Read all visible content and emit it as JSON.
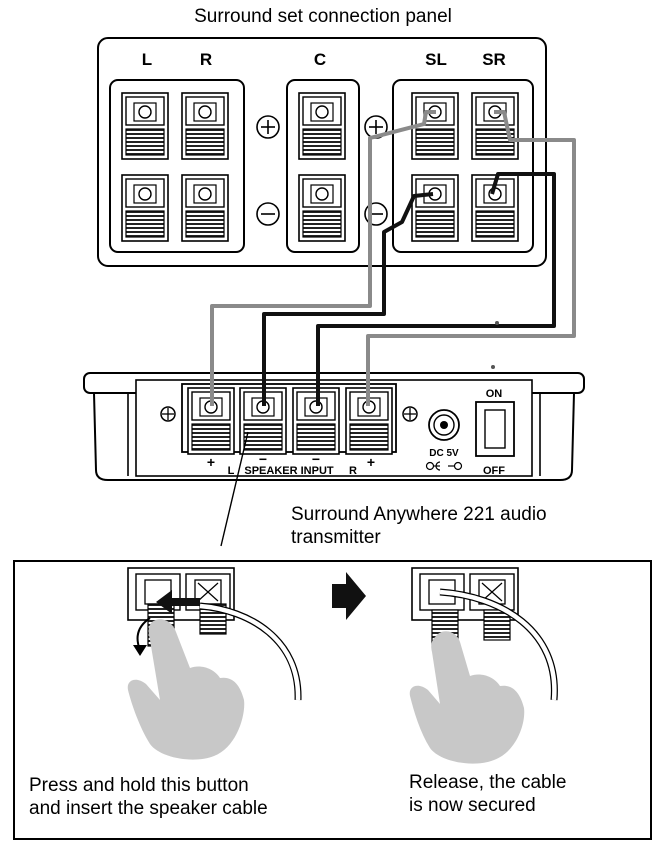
{
  "panel": {
    "title": "Surround set connection panel",
    "labels": {
      "l": "L",
      "r": "R",
      "c": "C",
      "sl": "SL",
      "sr": "SR"
    }
  },
  "transmitter": {
    "caption_line1": "Surround Anywhere 221 audio",
    "caption_line2": "transmitter",
    "plus_left": "+",
    "minus_1": "−",
    "minus_2": "−",
    "plus_right": "+",
    "label_l": "L",
    "label_speaker_input": "SPEAKER INPUT",
    "label_r": "R",
    "dc_label": "DC 5V",
    "on_label": "ON",
    "off_label": "OFF"
  },
  "instructions": {
    "step1_line1": "Press and hold this button",
    "step1_line2": "and insert the speaker cable",
    "step2_line1": "Release, the cable",
    "step2_line2": "is now secured"
  },
  "colors": {
    "wire_gray": "#8a8a8a",
    "wire_black": "#111111",
    "hand": "#c8c8c8",
    "terminal_fill": "#ffffff"
  }
}
